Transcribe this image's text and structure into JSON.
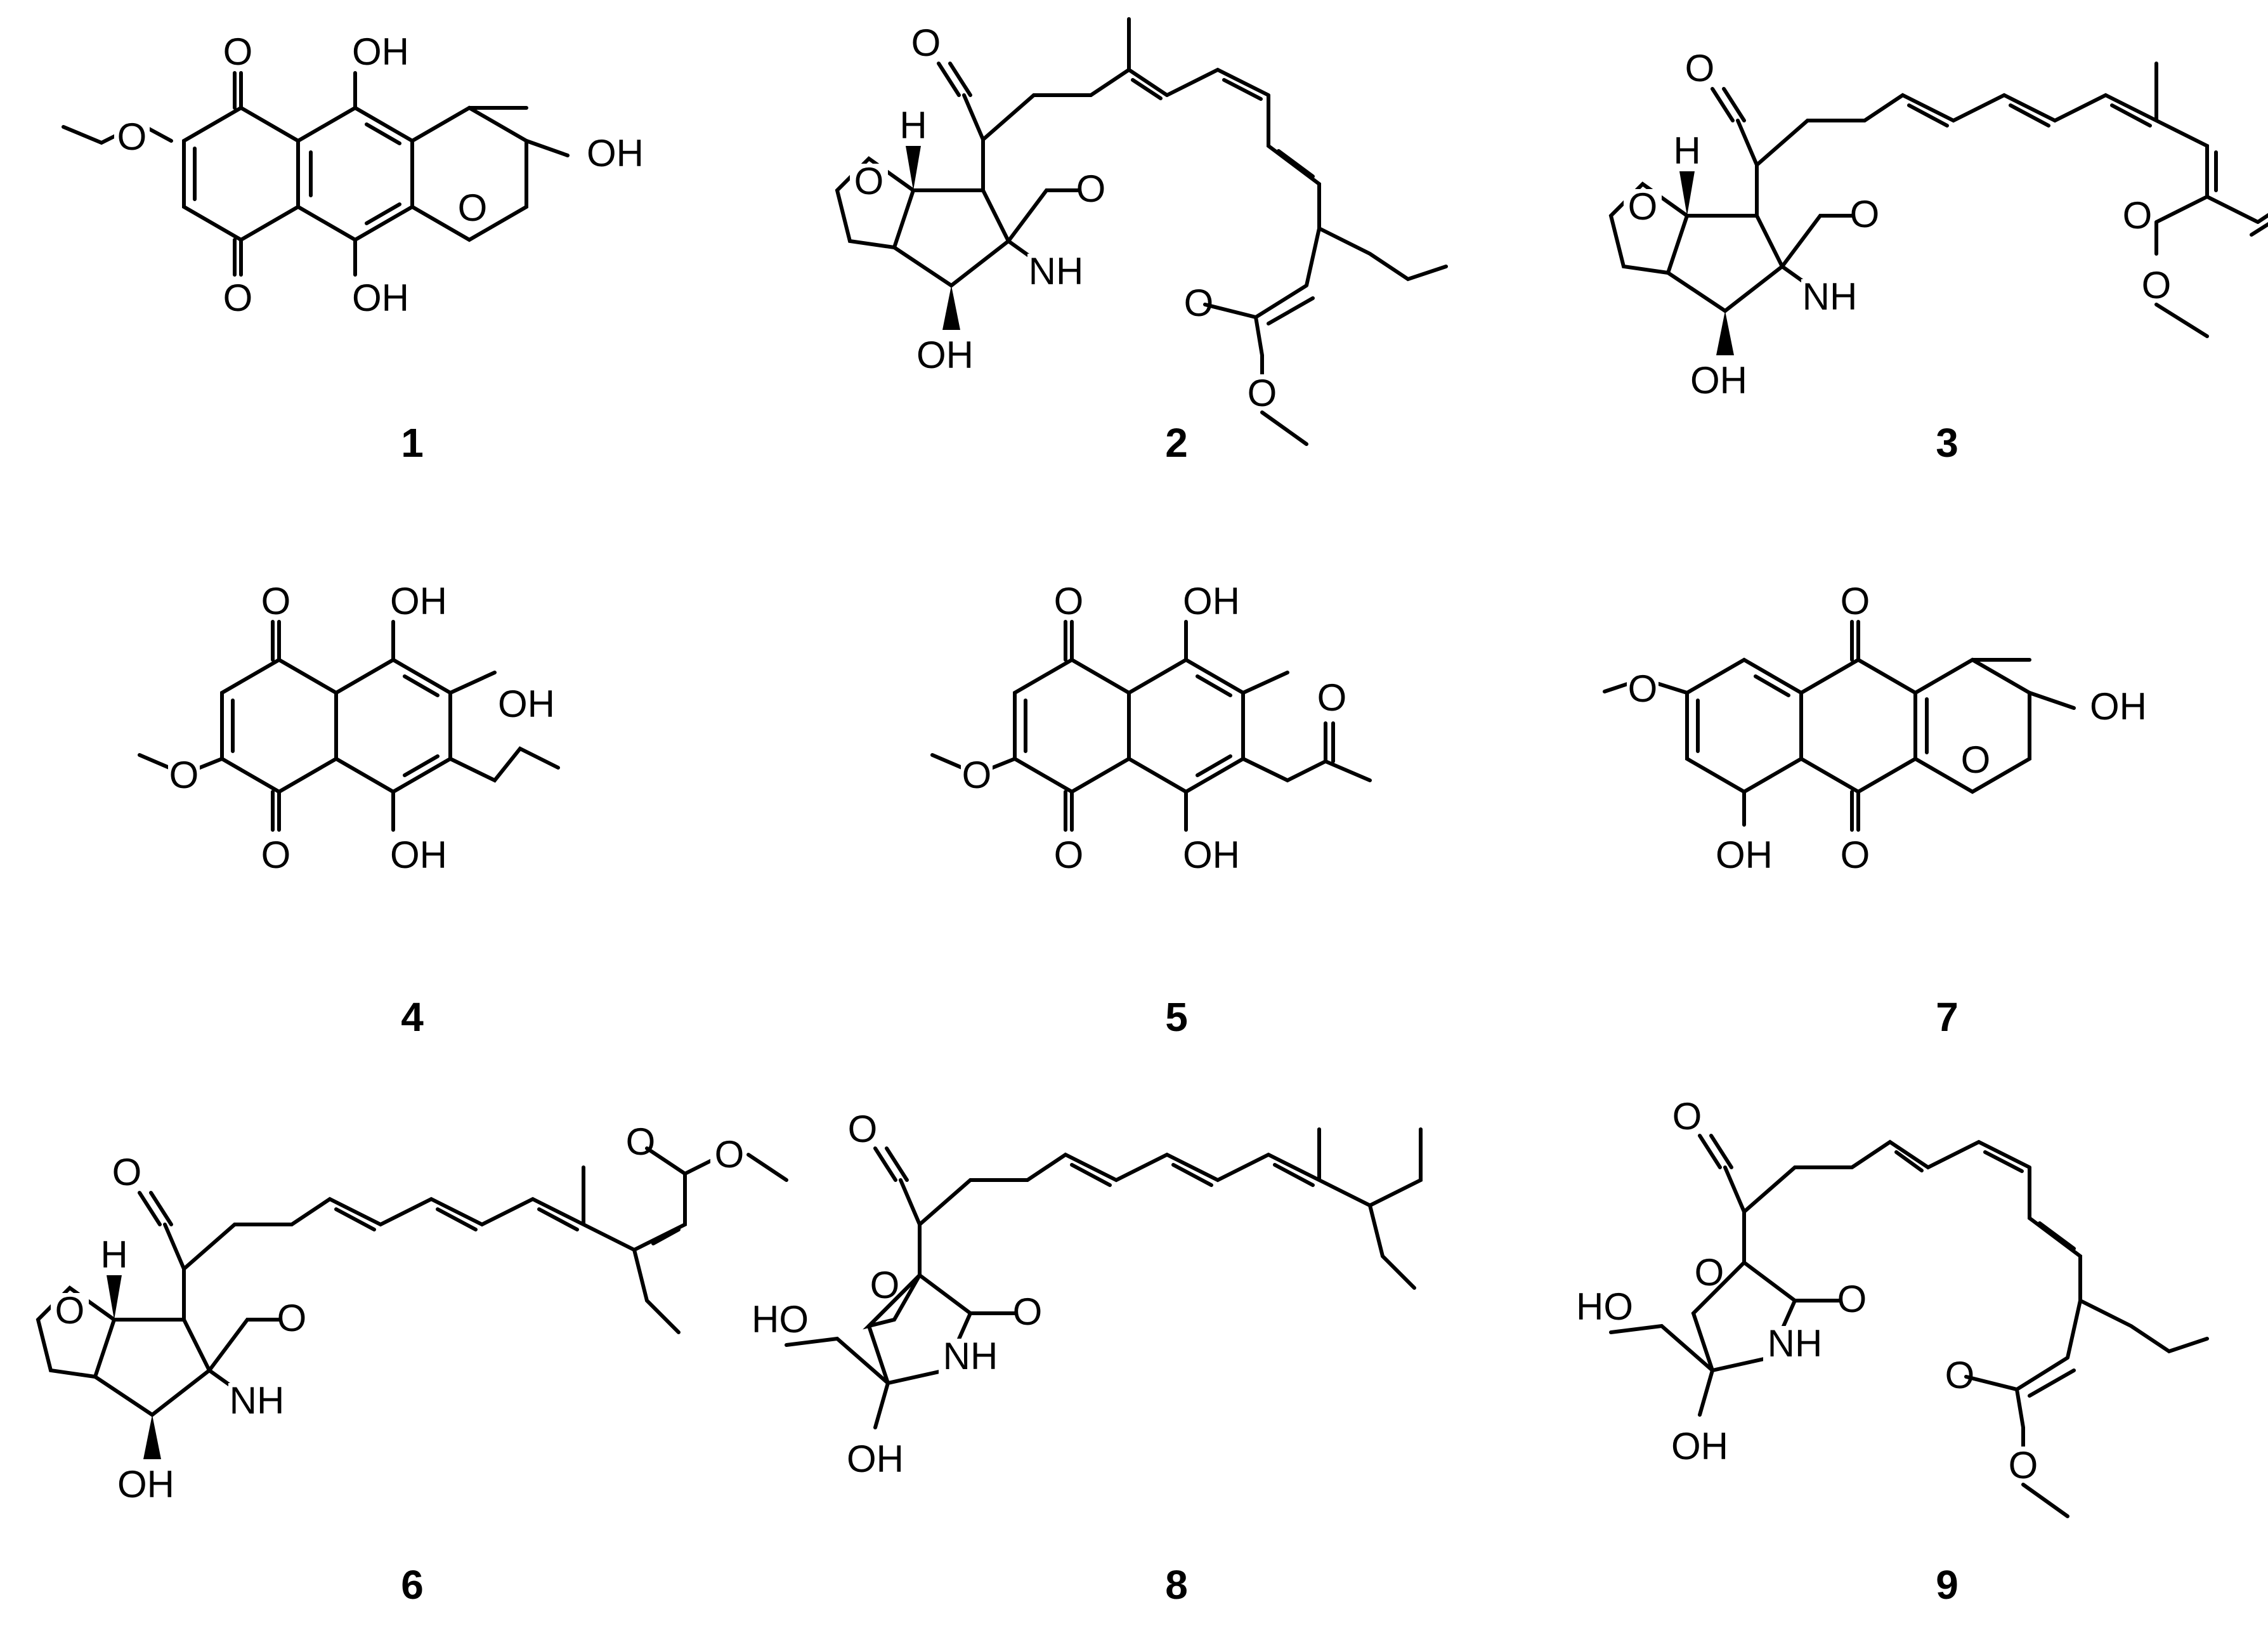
{
  "atoms": {
    "oh": "OH",
    "ho": "HO",
    "o": "O",
    "nh": "NH",
    "h": "H"
  },
  "compounds": [
    {
      "number": "1"
    },
    {
      "number": "2"
    },
    {
      "number": "3"
    },
    {
      "number": "4"
    },
    {
      "number": "5"
    },
    {
      "number": "7"
    },
    {
      "number": "6"
    },
    {
      "number": "8"
    },
    {
      "number": "9"
    }
  ]
}
